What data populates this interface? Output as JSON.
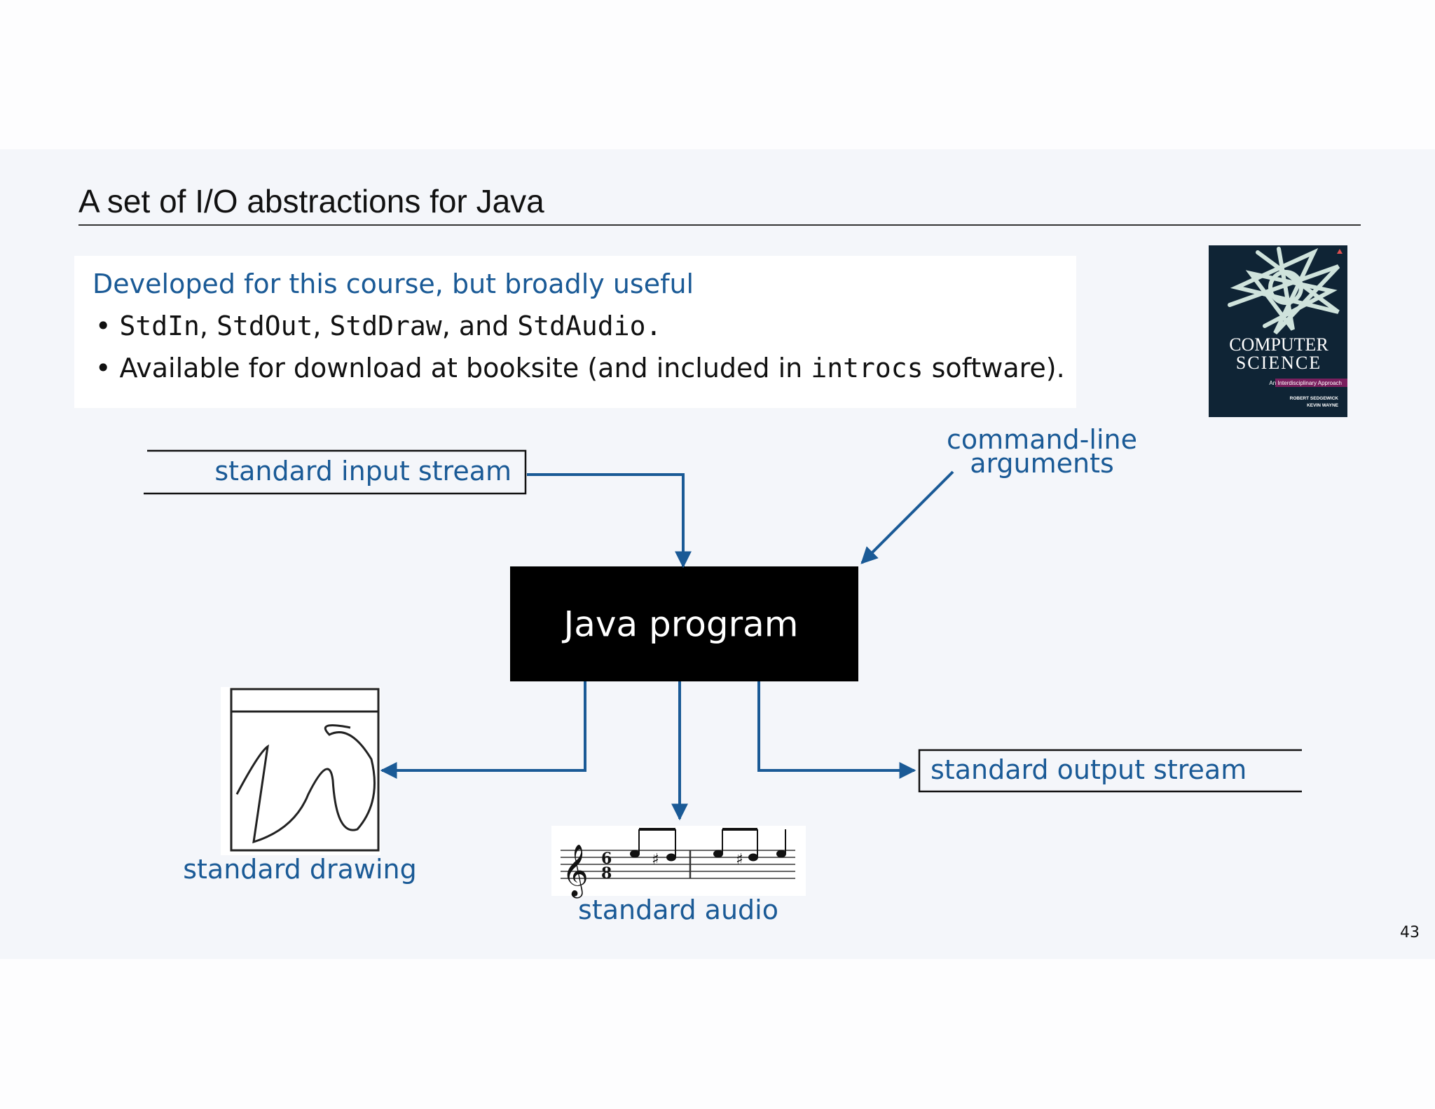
{
  "title": "A set of I/O abstractions for Java",
  "infobox": {
    "heading": "Developed for this course, but broadly useful",
    "bullet_mark": "•",
    "line1": {
      "c1": "StdIn",
      "t1": ", ",
      "c2": "StdOut",
      "t2": ", ",
      "c3": "StdDraw",
      "t3": ", and ",
      "c4": "StdAudio",
      "t4": "."
    },
    "line2": {
      "t1": "Available for download at booksite (and included in ",
      "c1": "introcs",
      "t2": " software)."
    }
  },
  "book": {
    "title_line1": "COMPUTER",
    "title_line2": "SCIENCE",
    "subtitle": "An Interdisciplinary Approach",
    "author1": "ROBERT SEDGEWICK",
    "author2": "KEVIN WAYNE"
  },
  "diagram": {
    "program": "Java program",
    "stdin": "standard input stream",
    "args_line1": "command-line",
    "args_line2": "arguments",
    "stdout": "standard output stream",
    "drawing": "standard drawing",
    "audio": "standard audio"
  },
  "colors": {
    "accent": "#1a5a96",
    "program_box": "#000000",
    "book_cover": "#0f2435",
    "book_stripe": "#7a1f5e"
  },
  "page_number": "43"
}
